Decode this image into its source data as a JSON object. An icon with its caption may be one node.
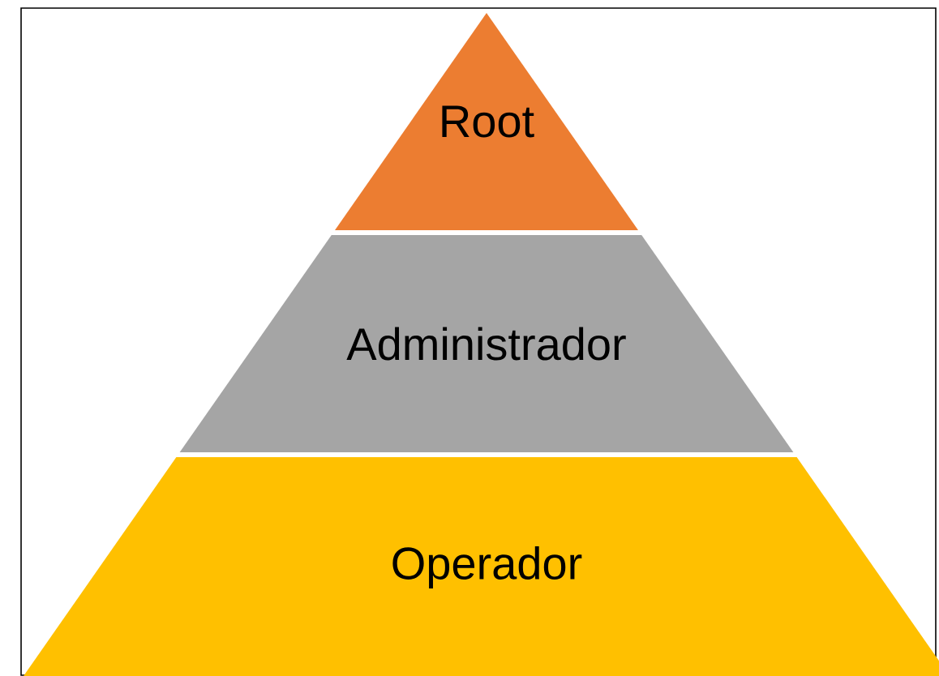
{
  "diagram": {
    "nodes": [
      {
        "text": [
          "Root"
        ]
      },
      {
        "text": [
          "Administrador"
        ]
      },
      {
        "text": [
          "Operador"
        ]
      }
    ]
  }
}
